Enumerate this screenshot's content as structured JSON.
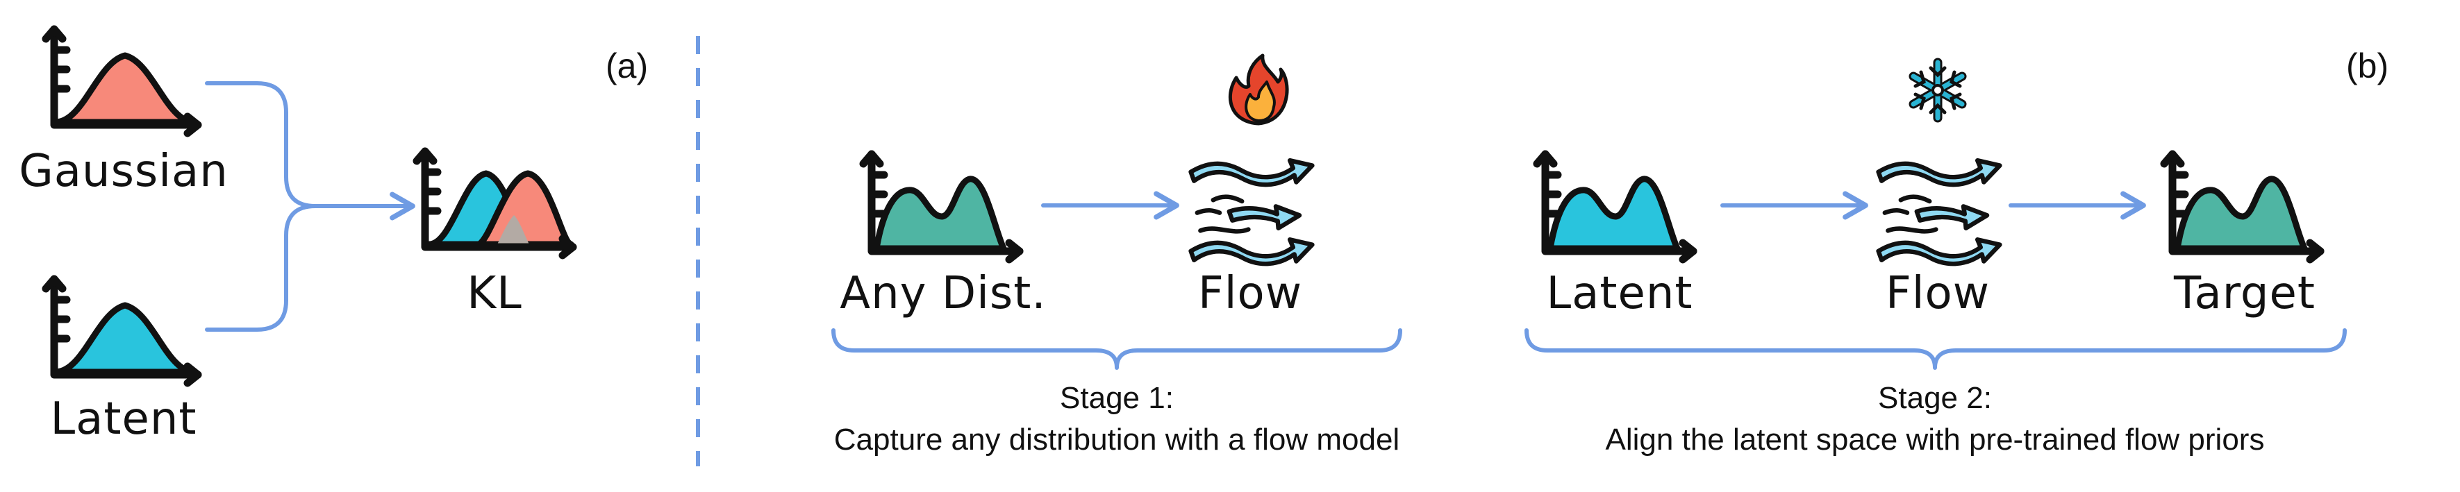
{
  "panel_a": {
    "tag": "(a)",
    "gaussian_label": "Gaussian",
    "latent_label": "Latent",
    "kl_label": "KL"
  },
  "panel_b": {
    "tag": "(b)",
    "stage1": {
      "source_label": "Any Dist.",
      "flow_label": "Flow",
      "title": "Stage 1:",
      "caption": "Capture any distribution with a flow model",
      "flow_state_icon": "fire-icon"
    },
    "stage2": {
      "latent_label": "Latent",
      "flow_label": "Flow",
      "target_label": "Target",
      "title": "Stage 2:",
      "caption": "Align the latent space with pre-trained flow priors",
      "flow_state_icon": "snowflake-icon"
    }
  },
  "colors": {
    "gaussian": "#f7897a",
    "latent": "#29c4dd",
    "any_dist": "#4fb5a3",
    "target": "#4fb5a3",
    "overlap": "#b3aaa4",
    "flow_band": "#8fd9f2",
    "arrows": "#6f9be3",
    "divider": "#6f9be3",
    "fire_outer": "#e5452c",
    "fire_inner": "#fbb13c",
    "snowflake": "#2ab4d3"
  }
}
